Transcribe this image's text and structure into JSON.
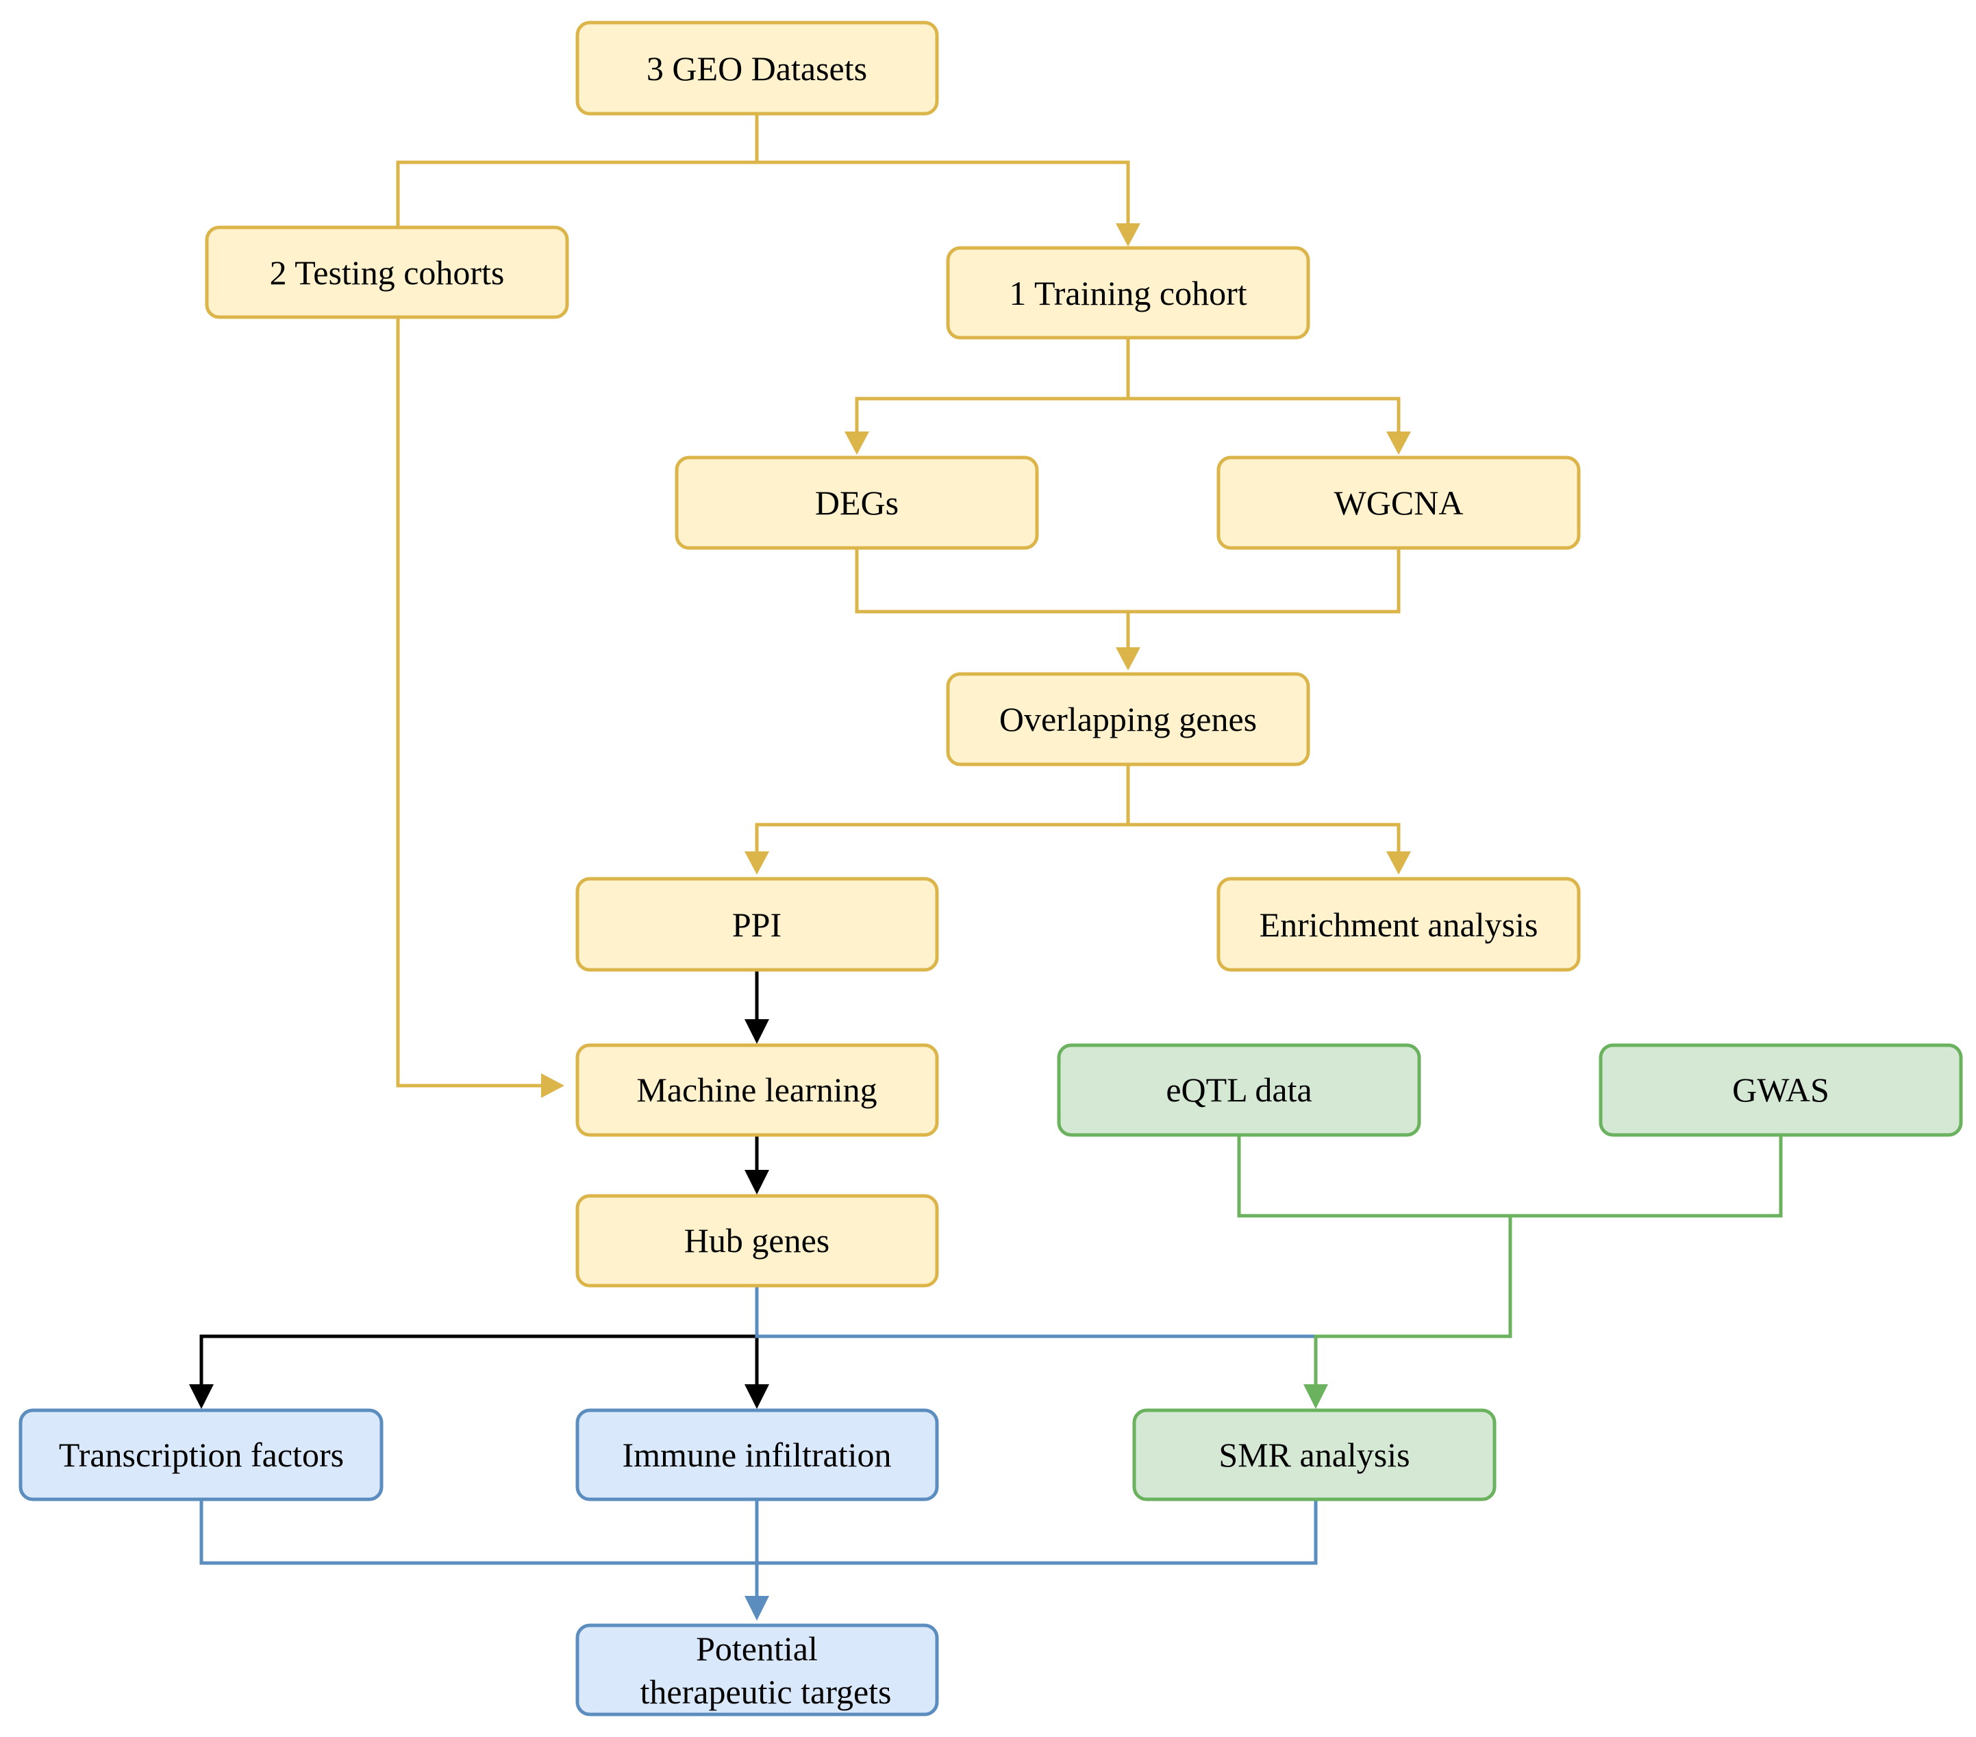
{
  "colors": {
    "yellow_fill": "#fff2cc",
    "yellow_stroke": "#dcb54a",
    "green_fill": "#d5e8d4",
    "green_stroke": "#6bb25f",
    "blue_fill": "#dae8fc",
    "blue_stroke": "#5b8dbf",
    "black": "#000000"
  },
  "nodes": {
    "geo": "3 GEO Datasets",
    "testing": "2 Testing cohorts",
    "training": "1 Training cohort",
    "degs": "DEGs",
    "wgcna": "WGCNA",
    "overlap": "Overlapping genes",
    "ppi": "PPI",
    "enrich": "Enrichment analysis",
    "ml": "Machine learning",
    "eqtl": "eQTL data",
    "gwas": "GWAS",
    "hub": "Hub genes",
    "tf": "Transcription factors",
    "immune": "Immune infiltration",
    "smr": "SMR analysis",
    "targets_line1": "Potential",
    "targets_line2": "therapeutic targets"
  }
}
